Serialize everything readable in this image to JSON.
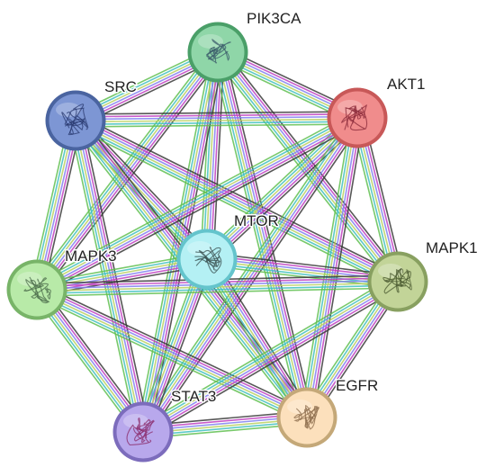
{
  "network": {
    "nodes": [
      {
        "id": "PIK3CA",
        "label": "PIK3CA",
        "fill": "#8fd6a8",
        "ring": "#4a9f68",
        "protein": "#3a5a6a"
      },
      {
        "id": "SRC",
        "label": "SRC",
        "fill": "#7d96d4",
        "ring": "#4a64a0",
        "protein": "#2a3a70"
      },
      {
        "id": "AKT1",
        "label": "AKT1",
        "fill": "#f08c8c",
        "ring": "#c85858",
        "protein": "#8a2a3a"
      },
      {
        "id": "MTOR",
        "label": "MTOR",
        "fill": "#b4f0f4",
        "ring": "#64c4cc",
        "protein": "#3a5050"
      },
      {
        "id": "MAPK3",
        "label": "MAPK3",
        "fill": "#b8eaa8",
        "ring": "#78b468",
        "protein": "#4a6a4a"
      },
      {
        "id": "MAPK1",
        "label": "MAPK1",
        "fill": "#c2d498",
        "ring": "#88a060",
        "protein": "#4a5a30"
      },
      {
        "id": "STAT3",
        "label": "STAT3",
        "fill": "#b8a8ec",
        "ring": "#7c6cbc",
        "protein": "#8a2a6a"
      },
      {
        "id": "EGFR",
        "label": "EGFR",
        "fill": "#fce0bc",
        "ring": "#c4a878",
        "protein": "#8a6a4a"
      }
    ],
    "edge_colors": [
      "#3a3a3a",
      "#c040c0",
      "#8080f0",
      "#b8d060",
      "#40c0c0",
      "#60c050"
    ]
  }
}
